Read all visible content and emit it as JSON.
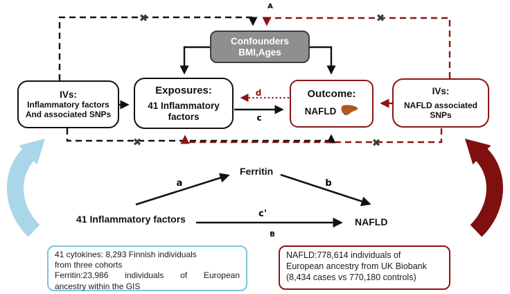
{
  "panel_labels": {
    "a_section": "A",
    "b_section": "B"
  },
  "boxes": {
    "confounders": {
      "line1": "Confounders",
      "line2": "BMI,Ages"
    },
    "iv_left": {
      "title": "IVs:",
      "line1": "Inflammatory factors",
      "line2": "And associated SNPs"
    },
    "exposures": {
      "title": "Exposures:",
      "body": "41 Inflammatory factors"
    },
    "outcome": {
      "title": "Outcome:",
      "body": "NAFLD",
      "icon": "liver-icon"
    },
    "iv_right": {
      "title": "IVs:",
      "body": "NAFLD associated SNPs"
    }
  },
  "path_labels": {
    "a": "a",
    "b": "b",
    "c": "c",
    "c_prime": "c'",
    "d": "d"
  },
  "mediation": {
    "exposure": "41 Inflammatory factors",
    "mediator": "Ferritin",
    "outcome": "NAFLD"
  },
  "notes": {
    "left": {
      "line1": "41 cytokines: 8,293 Finnish individuals",
      "line2": "from three cohorts",
      "line3": "Ferritin:23,986 individuals of European",
      "line4": "ancestry within the GIS"
    },
    "right": {
      "line1": "NAFLD:778,614 individuals of",
      "line2": "European ancestry from UK Biobank",
      "line3": "(8,434 cases vs 770,180 controls)"
    }
  },
  "icons": {
    "cross": "✖"
  },
  "colors": {
    "ink": "#111111",
    "dark_red": "#8b1414",
    "arrow_red": "#7e1010",
    "light_blue": "#a9d6e8",
    "blue_border": "#7ec3e0",
    "gray_fill": "#8f8f8f",
    "gray_border": "#3f3f3f",
    "cross": "#3d3d3d",
    "liver": "#b25a1f"
  }
}
